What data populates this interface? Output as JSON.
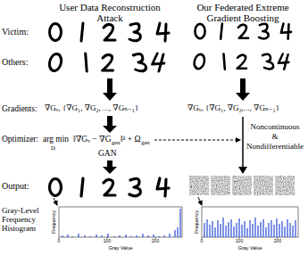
{
  "diagram": {
    "labels": [
      "User Data Reconstruction Attack",
      "Our Federated Extreme Gradient Boosting",
      "Victim:",
      "Others:",
      "Gradients:",
      "∇Gᵥ, {∇G₁, ∇G₂, ..., ∇Gₙ₋₁}",
      "∇Gᵥ, {∇G₁, ∇G₂,..., ∇Gₙ₋₁}",
      "Optimizer:",
      "arg min",
      "Dᵢ",
      "‖∇Gᵥ − ∇G",
      "gen",
      "‖² + Ω",
      "gen",
      "GAN",
      "Noncontinuous",
      "&",
      "Nondifferentiable",
      "Output:",
      "Gray-Level Frequency Histogram",
      "Frequency",
      "0",
      "100",
      "200",
      "Gray Value",
      "Frequency",
      "0",
      "100",
      "200",
      "Gray Value"
    ]
  }
}
